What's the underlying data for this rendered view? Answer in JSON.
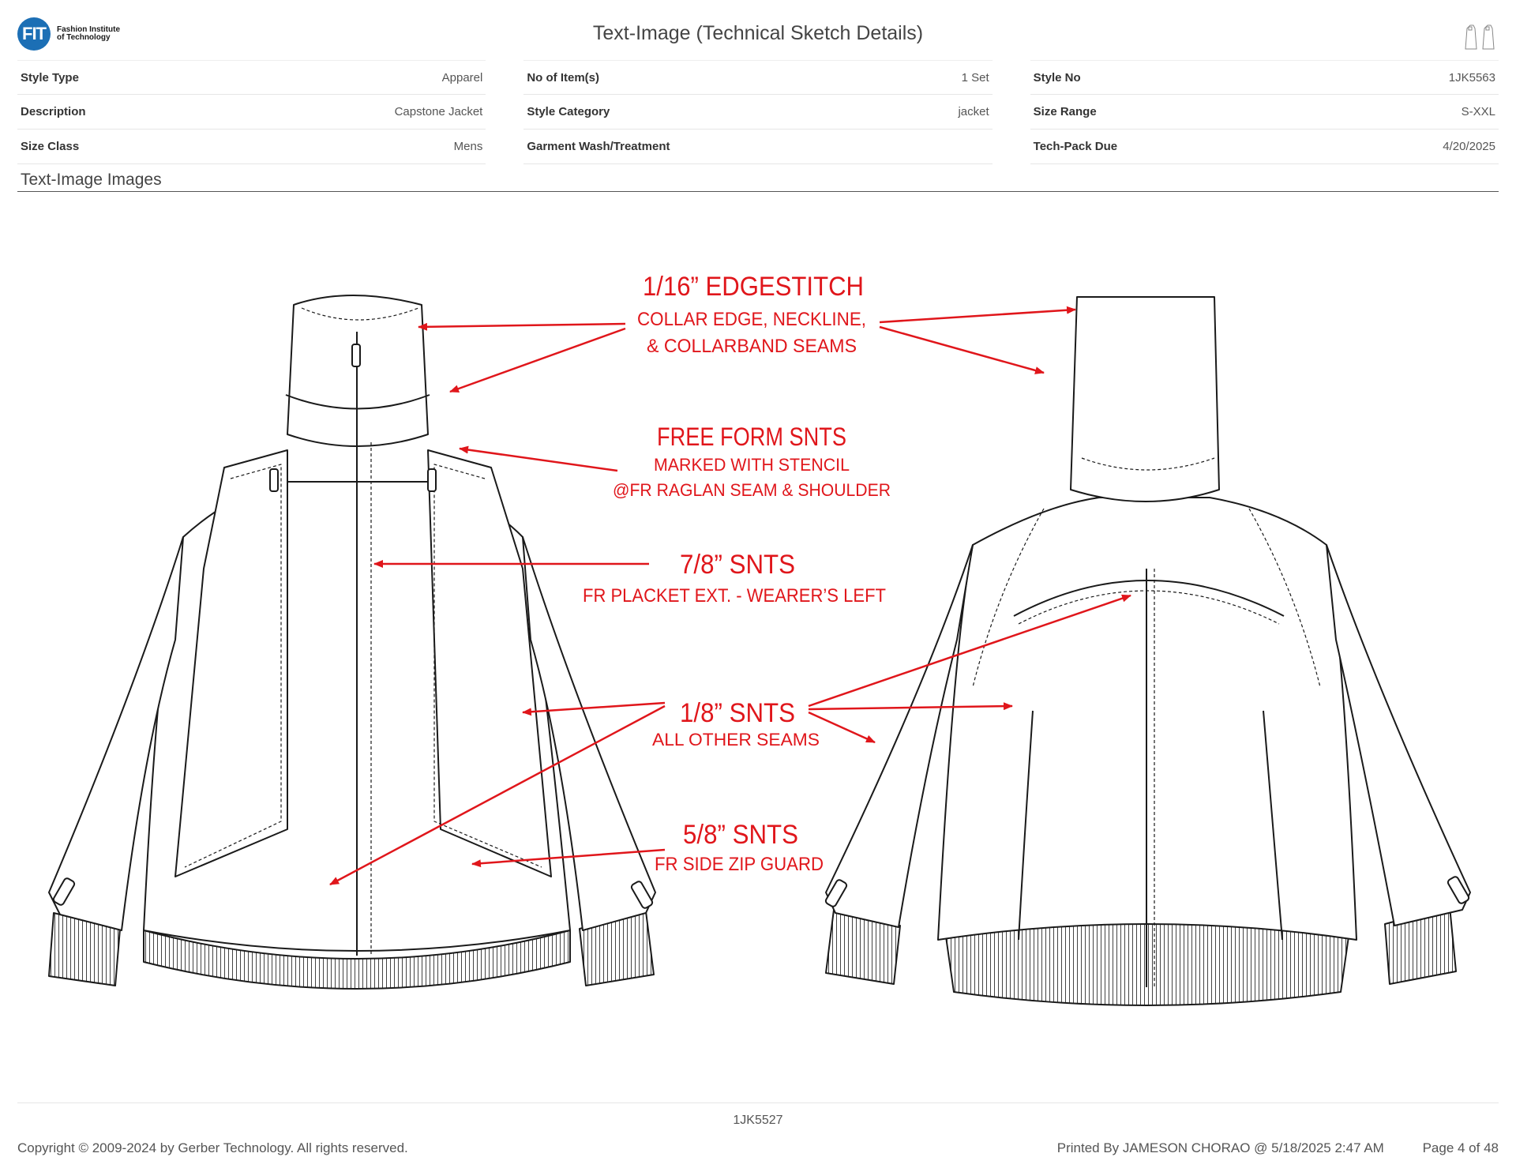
{
  "header": {
    "logo_mark": "FIT",
    "logo_text": "Fashion Institute of Technology",
    "title": "Text-Image (Technical Sketch Details)",
    "thumbnail_icon": "garment-thumbnail-icon"
  },
  "info": {
    "col1": [
      {
        "label": "Style Type",
        "value": "Apparel"
      },
      {
        "label": "Description",
        "value": "Capstone Jacket"
      },
      {
        "label": "Size Class",
        "value": "Mens"
      }
    ],
    "col2": [
      {
        "label": "No of Item(s)",
        "value": "1 Set"
      },
      {
        "label": "Style Category",
        "value": "jacket"
      },
      {
        "label": "Garment Wash/Treatment",
        "value": ""
      }
    ],
    "col3": [
      {
        "label": "Style No",
        "value": "1JK5563"
      },
      {
        "label": "Size Range",
        "value": "S-XXL"
      },
      {
        "label": "Tech-Pack Due",
        "value": "4/20/2025"
      }
    ]
  },
  "section_title": "Text-Image Images",
  "annotations": {
    "a1_title": "1/16” EDGESTITCH",
    "a1_line1": "COLLAR EDGE, NECKLINE,",
    "a1_line2": "& COLLARBAND SEAMS",
    "a2_title": "FREE FORM SNTS",
    "a2_line1": "MARKED WITH STENCIL",
    "a2_line2": "@FR RAGLAN SEAM & SHOULDER",
    "a3_title": "7/8” SNTS",
    "a3_line1": "FR PLACKET EXT. - WEARER’S LEFT",
    "a4_title": "1/8” SNTS",
    "a4_line1": "ALL OTHER SEAMS",
    "a5_title": "5/8” SNTS",
    "a5_line1": "FR SIDE ZIP GUARD"
  },
  "colors": {
    "annotation": "#e0161b",
    "logo": "#1c6fb5",
    "sketch_line": "#1a1a1a"
  },
  "footer": {
    "code": "1JK5527",
    "copyright": "Copyright © 2009-2024 by Gerber Technology. All rights reserved.",
    "printed_by": "Printed By JAMESON CHORAO @ 5/18/2025 2:47 AM",
    "page": "Page 4 of 48"
  }
}
